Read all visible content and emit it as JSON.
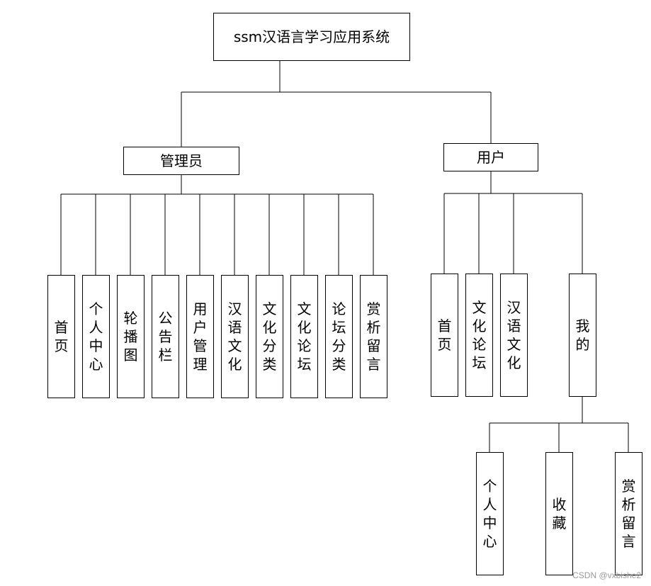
{
  "root": {
    "label": "ssm汉语言学习应用系统"
  },
  "admin": {
    "label": "管理员",
    "modules": [
      "首页",
      "个人中心",
      "轮播图",
      "公告栏",
      "用户管理",
      "汉语文化",
      "文化分类",
      "文化论坛",
      "论坛分类",
      "赏析留言"
    ]
  },
  "user": {
    "label": "用户",
    "modules": [
      "首页",
      "文化论坛",
      "汉语文化",
      "我的"
    ],
    "mine_children": [
      "个人中心",
      "收藏",
      "赏析留言"
    ]
  },
  "watermark": "CSDN @vxbishe2"
}
